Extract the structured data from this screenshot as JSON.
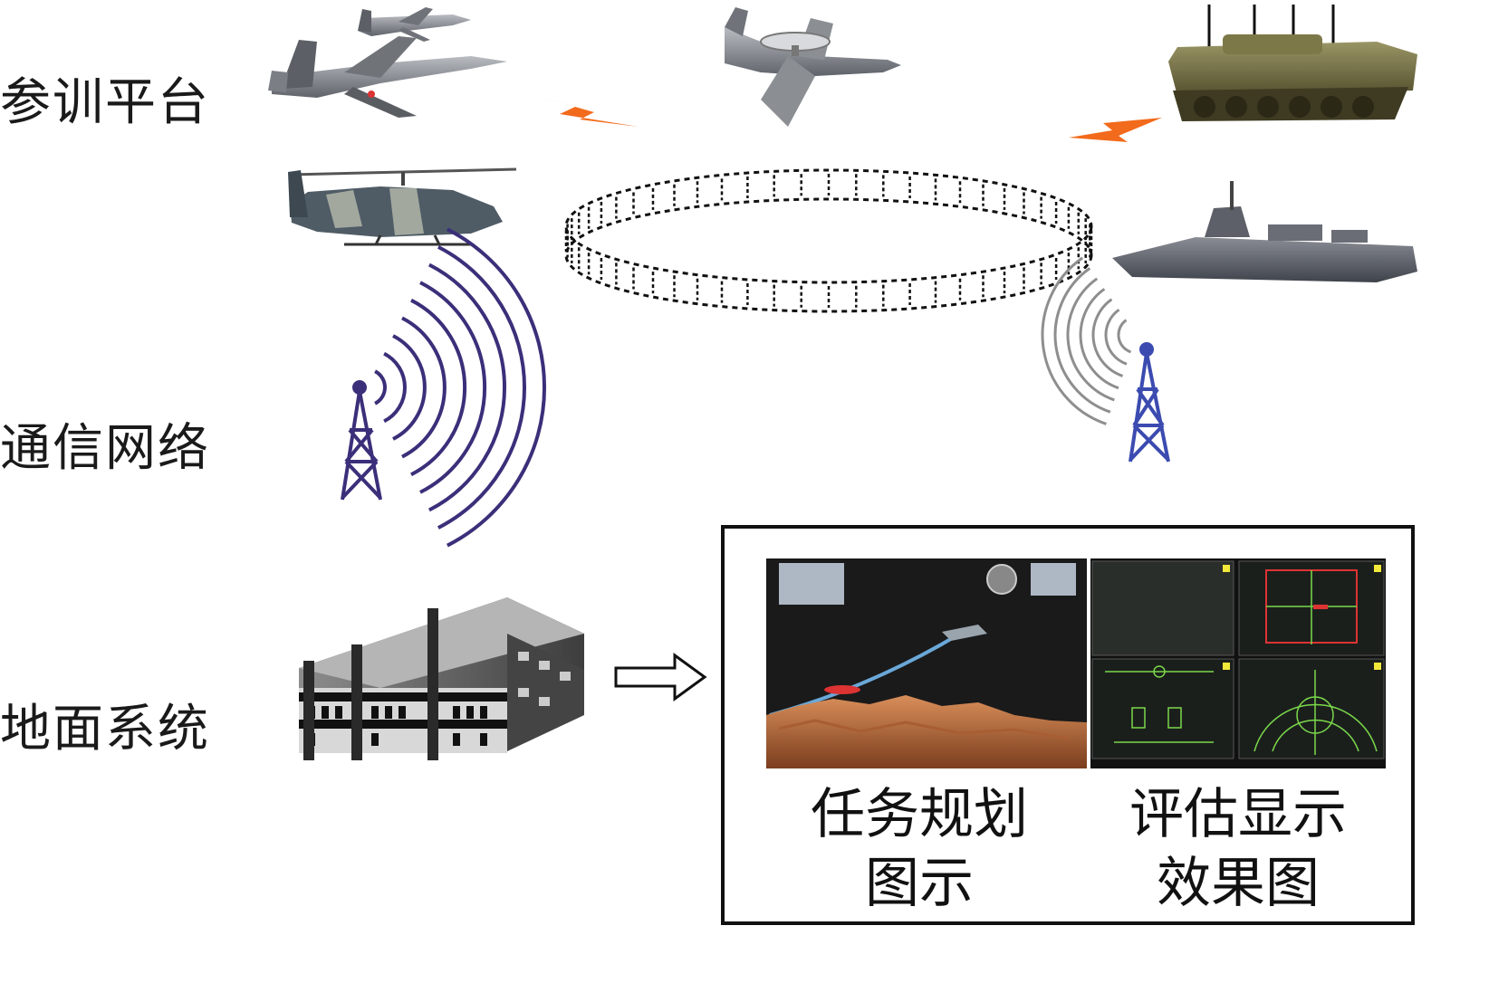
{
  "row_labels": {
    "platforms": "参训平台",
    "network": "通信网络",
    "ground": "地面系统"
  },
  "ground_panel": {
    "mission_planning_caption_line1": "任务规划",
    "mission_planning_caption_line2": "图示",
    "evaluation_caption_line1": "评估显示",
    "evaluation_caption_line2": "效果图"
  },
  "colors": {
    "link_bolt": "#f26a1b",
    "tower": "#3b2f7a",
    "ring": "#111111",
    "screen_bg": "#1b1f1c",
    "radar_green": "#7ad84a"
  }
}
